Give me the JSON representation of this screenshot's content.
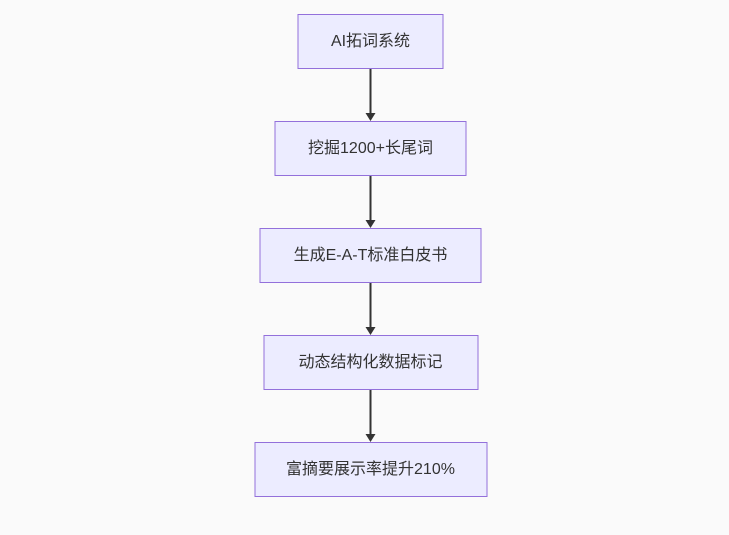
{
  "page": {
    "background": "#fafafa"
  },
  "flowchart": {
    "type": "flowchart-top-down",
    "node_fill": "#ECECFF",
    "node_border": "#9370DB",
    "text_color": "#333333",
    "edge_color": "#333333",
    "nodes": [
      {
        "id": "step-1",
        "label": "AI拓词系统"
      },
      {
        "id": "step-2",
        "label": "挖掘1200+长尾词"
      },
      {
        "id": "step-3",
        "label": "生成E-A-T标准白皮书"
      },
      {
        "id": "step-4",
        "label": "动态结构化数据标记"
      },
      {
        "id": "step-5",
        "label": "富摘要展示率提升210%"
      }
    ],
    "edges": [
      {
        "from": "step-1",
        "to": "step-2"
      },
      {
        "from": "step-2",
        "to": "step-3"
      },
      {
        "from": "step-3",
        "to": "step-4"
      },
      {
        "from": "step-4",
        "to": "step-5"
      }
    ]
  }
}
